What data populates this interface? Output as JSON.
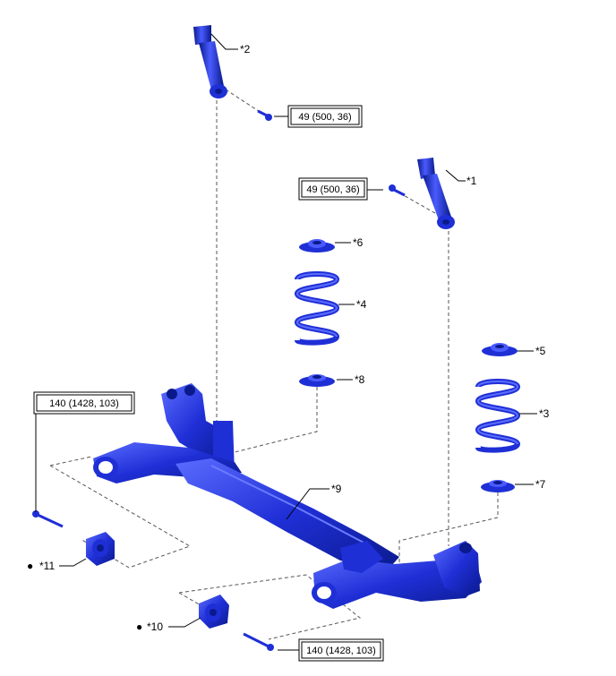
{
  "colors": {
    "part_blue": "#1f2fd6",
    "part_dark": "#0a1a8c",
    "part_light": "#5b6cff"
  },
  "labels": {
    "p1": "*1",
    "p2": "*2",
    "p3": "*3",
    "p4": "*4",
    "p5": "*5",
    "p6": "*6",
    "p7": "*7",
    "p8": "*8",
    "p9": "*9",
    "p10": "*10",
    "p11": "*11"
  },
  "torque": {
    "shock_lower_left": "49 (500, 36)",
    "shock_lower_right": "49 (500, 36)",
    "bushing_bolt_left": "140 (1428, 103)",
    "bushing_bolt_right": "140 (1428, 103)"
  },
  "markers": {
    "bullet": "●"
  }
}
